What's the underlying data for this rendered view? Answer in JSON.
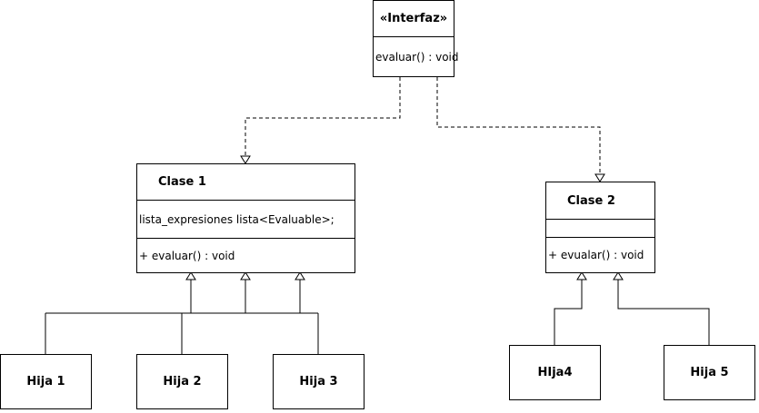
{
  "interface": {
    "stereotype": "«Interfaz»",
    "method": "evaluar() : void"
  },
  "clase1": {
    "name": "Clase 1",
    "attribute": "lista_expresiones lista<Evaluable>;",
    "method": "+ evaluar() : void"
  },
  "clase2": {
    "name": "Clase 2",
    "attribute": "",
    "method": "+ evualar() : void"
  },
  "children": {
    "hija1": "Hija 1",
    "hija2": "Hija 2",
    "hija3": "Hija 3",
    "hija4": "HIja4",
    "hija5": "Hija 5"
  }
}
